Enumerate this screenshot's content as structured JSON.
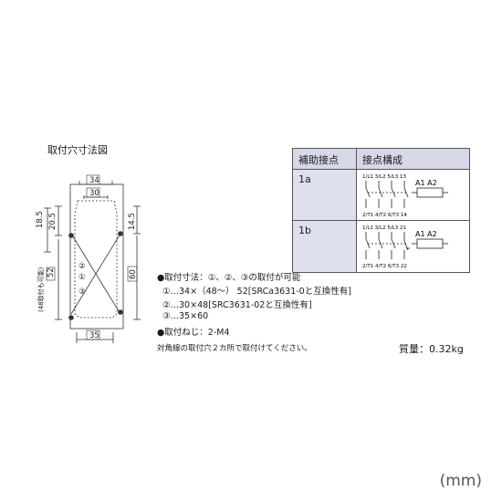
{
  "diagram": {
    "title": "取付穴寸法図",
    "dims": {
      "top_outer": "34",
      "top_inner": "30",
      "left_top": "18.5",
      "left_mid": "20.5",
      "left_tall": "52",
      "left_note": "(48取付も可能)",
      "right_top": "14.5",
      "right_tall": "60",
      "bottom": "35"
    },
    "hole_markers": [
      "②",
      "①",
      "③"
    ]
  },
  "table": {
    "header_col1": "補助接点",
    "header_col2": "接点構成",
    "rows": [
      {
        "type": "1a",
        "top_labels": "1/L1 3/L2 5/L3 13",
        "bottom_labels": "2/T1 4/T2 6/T3 14",
        "coil": "A1  A2"
      },
      {
        "type": "1b",
        "top_labels": "1/L1 3/L2 5/L3 21",
        "bottom_labels": "2/T1 4/T2 6/T3 22",
        "coil": "A1  A2"
      }
    ]
  },
  "specs": {
    "mount_dims": "●取付寸法：①、②、③の取付が可能",
    "line1": "①…34×（48～） 52[SRCa3631-0と互換性有]",
    "line2": "②…30×48[SRC3631-02と互換性有]",
    "line3": "③…35×60",
    "screws": "●取付ねじ：2-M4",
    "diagonal_note": "対角線の取付穴２カ所で取付けてください。",
    "weight": "質量：0.32kg"
  },
  "unit": "(mm)"
}
